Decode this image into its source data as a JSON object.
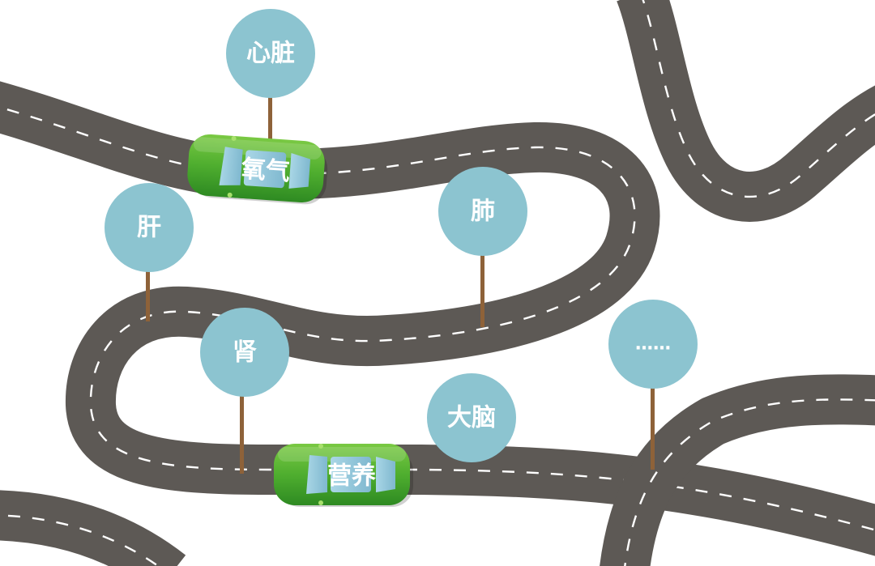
{
  "colors": {
    "road": "#5d5955",
    "lane": "#ffffff",
    "sign": "#8cc4d0",
    "pole": "#8e6239",
    "car_body": "#4fae2f",
    "car_window": "#8cc3d6"
  },
  "signs": [
    {
      "id": "heart",
      "label": "心脏"
    },
    {
      "id": "liver",
      "label": "肝"
    },
    {
      "id": "lung",
      "label": "肺"
    },
    {
      "id": "kidney",
      "label": "肾"
    },
    {
      "id": "brain",
      "label": "大脑"
    },
    {
      "id": "more",
      "label": "……"
    }
  ],
  "cars": [
    {
      "id": "oxygen",
      "label": "氧气"
    },
    {
      "id": "nutrition",
      "label": "营养"
    }
  ]
}
